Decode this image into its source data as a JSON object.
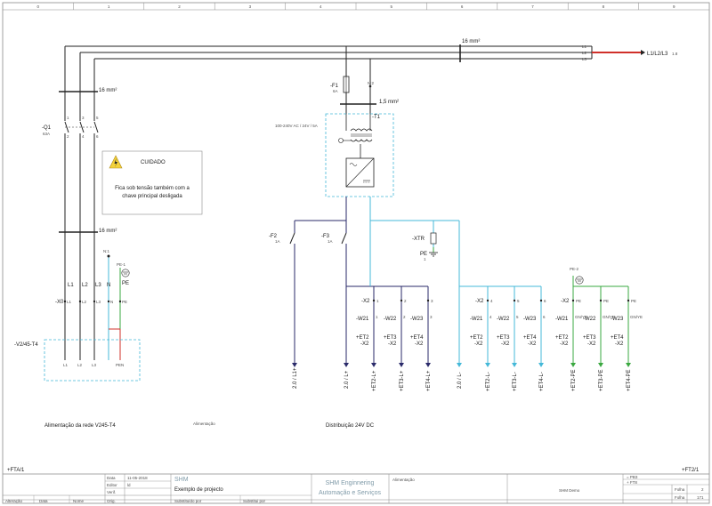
{
  "sheet": {
    "column_numbers": [
      "0",
      "1",
      "2",
      "3",
      "4",
      "5",
      "6",
      "7",
      "8",
      "9"
    ],
    "nav_prev": "+FTA/1",
    "nav_next": "+FT2/1"
  },
  "supply": {
    "cable_top": "16 mm²",
    "bus_target": "L1/L2/L3",
    "bus_target_ref": "1.8",
    "bus_wire_tags": [
      "L1",
      "L2",
      "L3"
    ]
  },
  "left_section": {
    "cable_1": "16 mm²",
    "cable_2": "16 mm²",
    "breaker_name": "-Q1",
    "breaker_rating": "63A",
    "breaker_pins_top": [
      "1",
      "3",
      "5"
    ],
    "breaker_pins_bottom": [
      "2",
      "4",
      "6"
    ],
    "pe_ground": "PE-1",
    "pe_label": "PE",
    "n_label": "N:1",
    "phase_labels": [
      "L1",
      "L2",
      "L3",
      "N",
      "PE"
    ],
    "terminal_name": "-X0",
    "terminal_pins": [
      "L1",
      "L2",
      "L3",
      "N",
      "PE"
    ],
    "device_name": "-V2/45-T4",
    "device_pins": [
      "L1",
      "L2",
      "L3",
      "PEN"
    ],
    "warning_title": "CUIDADO",
    "warning_line1": "Fica sob tensão também com a",
    "warning_line2": "chave principal desligada",
    "section_title": "Alimentação da rede V245-T4"
  },
  "page_name_label": "Alimentação",
  "center_section": {
    "fuse_name": "-F1",
    "fuse_rating": "6A",
    "tap_label": "N:2",
    "cable": "1,5 mm²",
    "transformer_name": "-T1",
    "transformer_spec": "100-240V AC / 24V / 5A",
    "f2_name": "-F2",
    "f2_rating": "1A",
    "f3_name": "-F3",
    "f3_rating": "1A",
    "xtr_name": "-XTR",
    "pe_label": "PE",
    "pe_sub": "1",
    "out_terminals": [
      "2.0 / L1+",
      "2.0 / L+",
      "2.0 / L-"
    ],
    "section_title": "Distribuição 24V DC"
  },
  "groups": [
    {
      "x2": [
        "1",
        "2",
        "3"
      ],
      "w": [
        "-W21",
        "-W22",
        "-W23"
      ],
      "et": [
        "+ET2",
        "+ET3",
        "+ET4"
      ],
      "outs": [
        "+ET2-L+",
        "+ET3-L+",
        "+ET4-L+"
      ]
    },
    {
      "x2": [
        "4",
        "5",
        "6"
      ],
      "w": [
        "-W21",
        "-W22",
        "-W23"
      ],
      "et": [
        "+ET2",
        "+ET3",
        "+ET4"
      ],
      "outs": [
        "+ET2-L-",
        "+ET3-L-",
        "+ET4-L-"
      ]
    },
    {
      "x2": [
        "PE",
        "PE",
        "PE"
      ],
      "w": [
        "-W21",
        "-W22",
        "-W23"
      ],
      "et": [
        "+ET2",
        "+ET3",
        "+ET4"
      ],
      "outs": [
        "+ET2-PE",
        "+ET3-PE",
        "+ET4-PE"
      ]
    }
  ],
  "pe_group_ground": "PE-2",
  "title_block": {
    "rows_left": [
      "Data",
      "Editor",
      "Verif.",
      "Orig."
    ],
    "date": "11-05-2018",
    "editor": "ld",
    "project_name": "SHM",
    "project_desc": "Exemplo de projecto",
    "substituted_by": "Substituído por",
    "substitutes": "Substitui por",
    "bottom_cells": [
      "Alteração",
      "Data",
      "Nome"
    ],
    "company_1": "SHM Enginnering",
    "company_2": "Automação e Serviços",
    "page_title": "Alimentação",
    "ref_1": "= PB3",
    "ref_2": "+ FT8",
    "drawing_id": "SHM Demo",
    "page_label": "Folha",
    "page_number": "2",
    "total_label": "Folha",
    "total_pages": "171"
  }
}
